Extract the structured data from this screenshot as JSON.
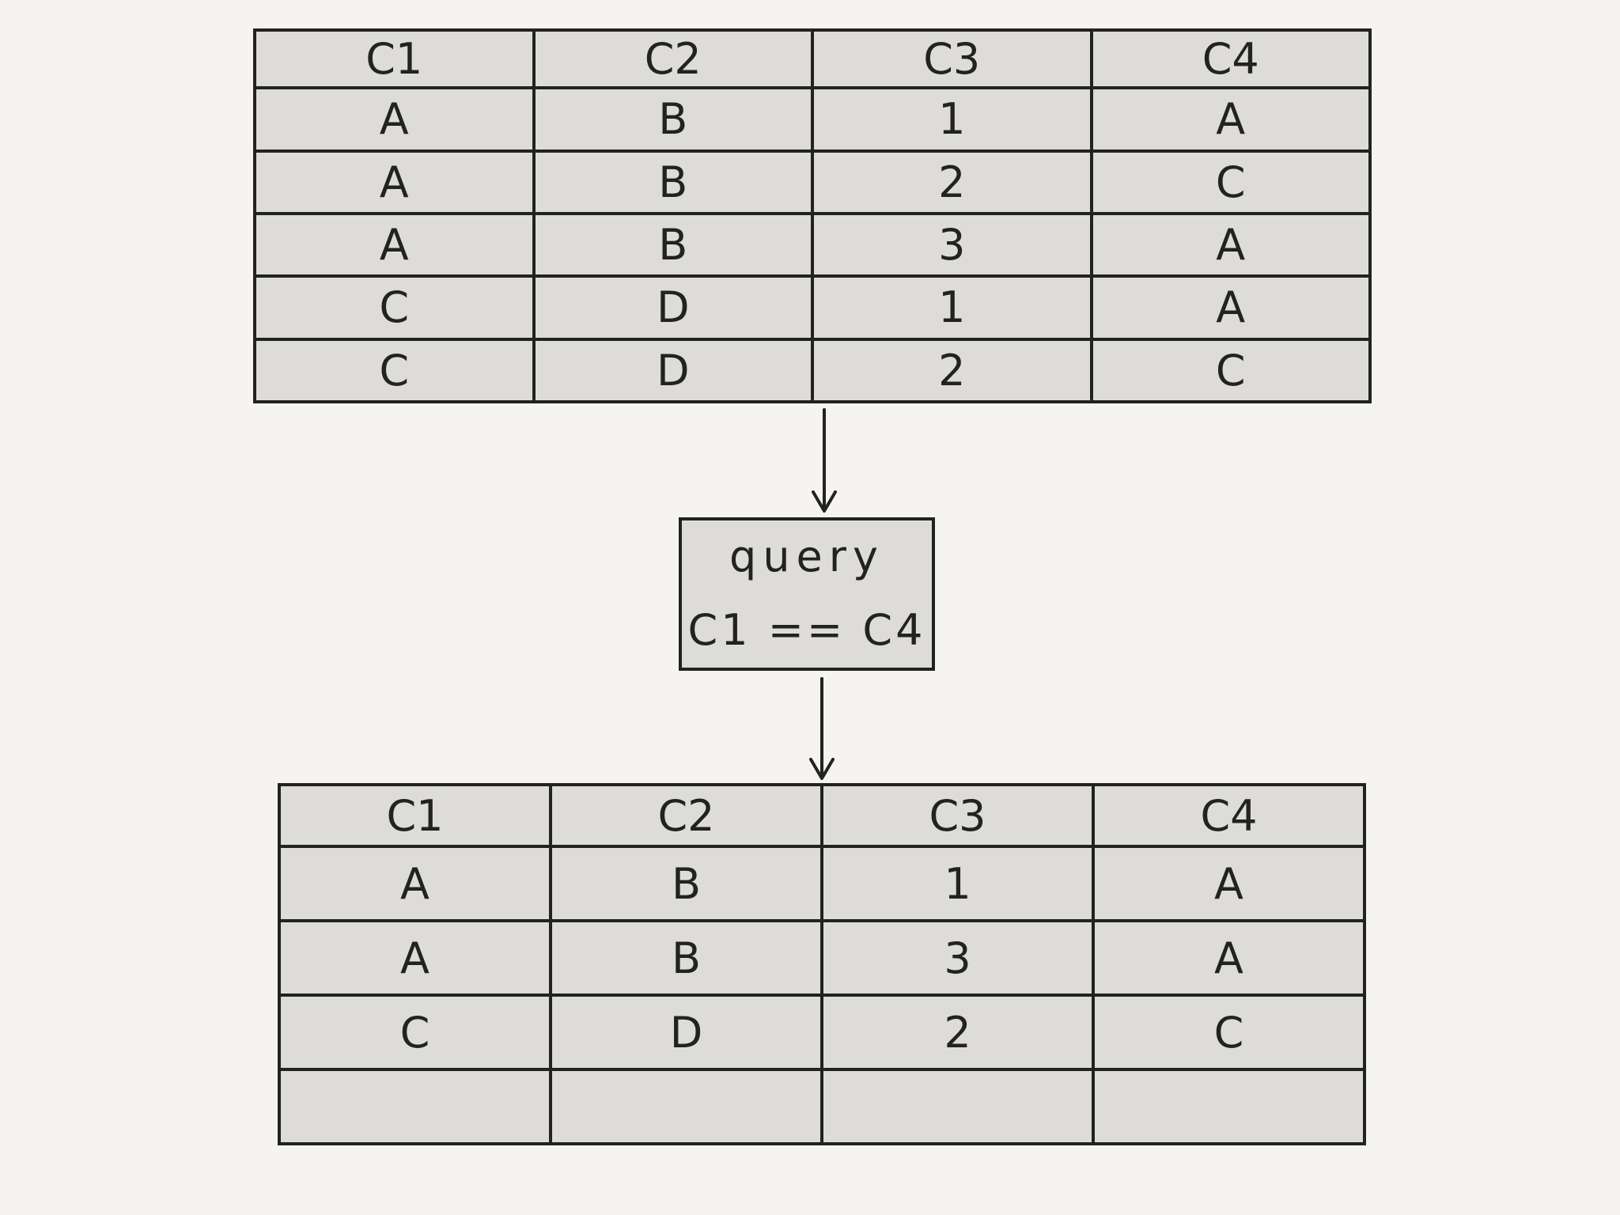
{
  "input_table": {
    "headers": [
      "C1",
      "C2",
      "C3",
      "C4"
    ],
    "rows": [
      [
        "A",
        "B",
        "1",
        "A"
      ],
      [
        "A",
        "B",
        "2",
        "C"
      ],
      [
        "A",
        "B",
        "3",
        "A"
      ],
      [
        "C",
        "D",
        "1",
        "A"
      ],
      [
        "C",
        "D",
        "2",
        "C"
      ]
    ]
  },
  "query": {
    "title": "query",
    "expression": "C1 == C4"
  },
  "output_table": {
    "headers": [
      "C1",
      "C2",
      "C3",
      "C4"
    ],
    "rows": [
      [
        "A",
        "B",
        "1",
        "A"
      ],
      [
        "A",
        "B",
        "3",
        "A"
      ],
      [
        "C",
        "D",
        "2",
        "C"
      ],
      [
        "",
        "",
        "",
        ""
      ]
    ]
  },
  "colors": {
    "background": "#f5f4f0",
    "cell_fill": "#dddcd8",
    "ink": "#222222"
  }
}
